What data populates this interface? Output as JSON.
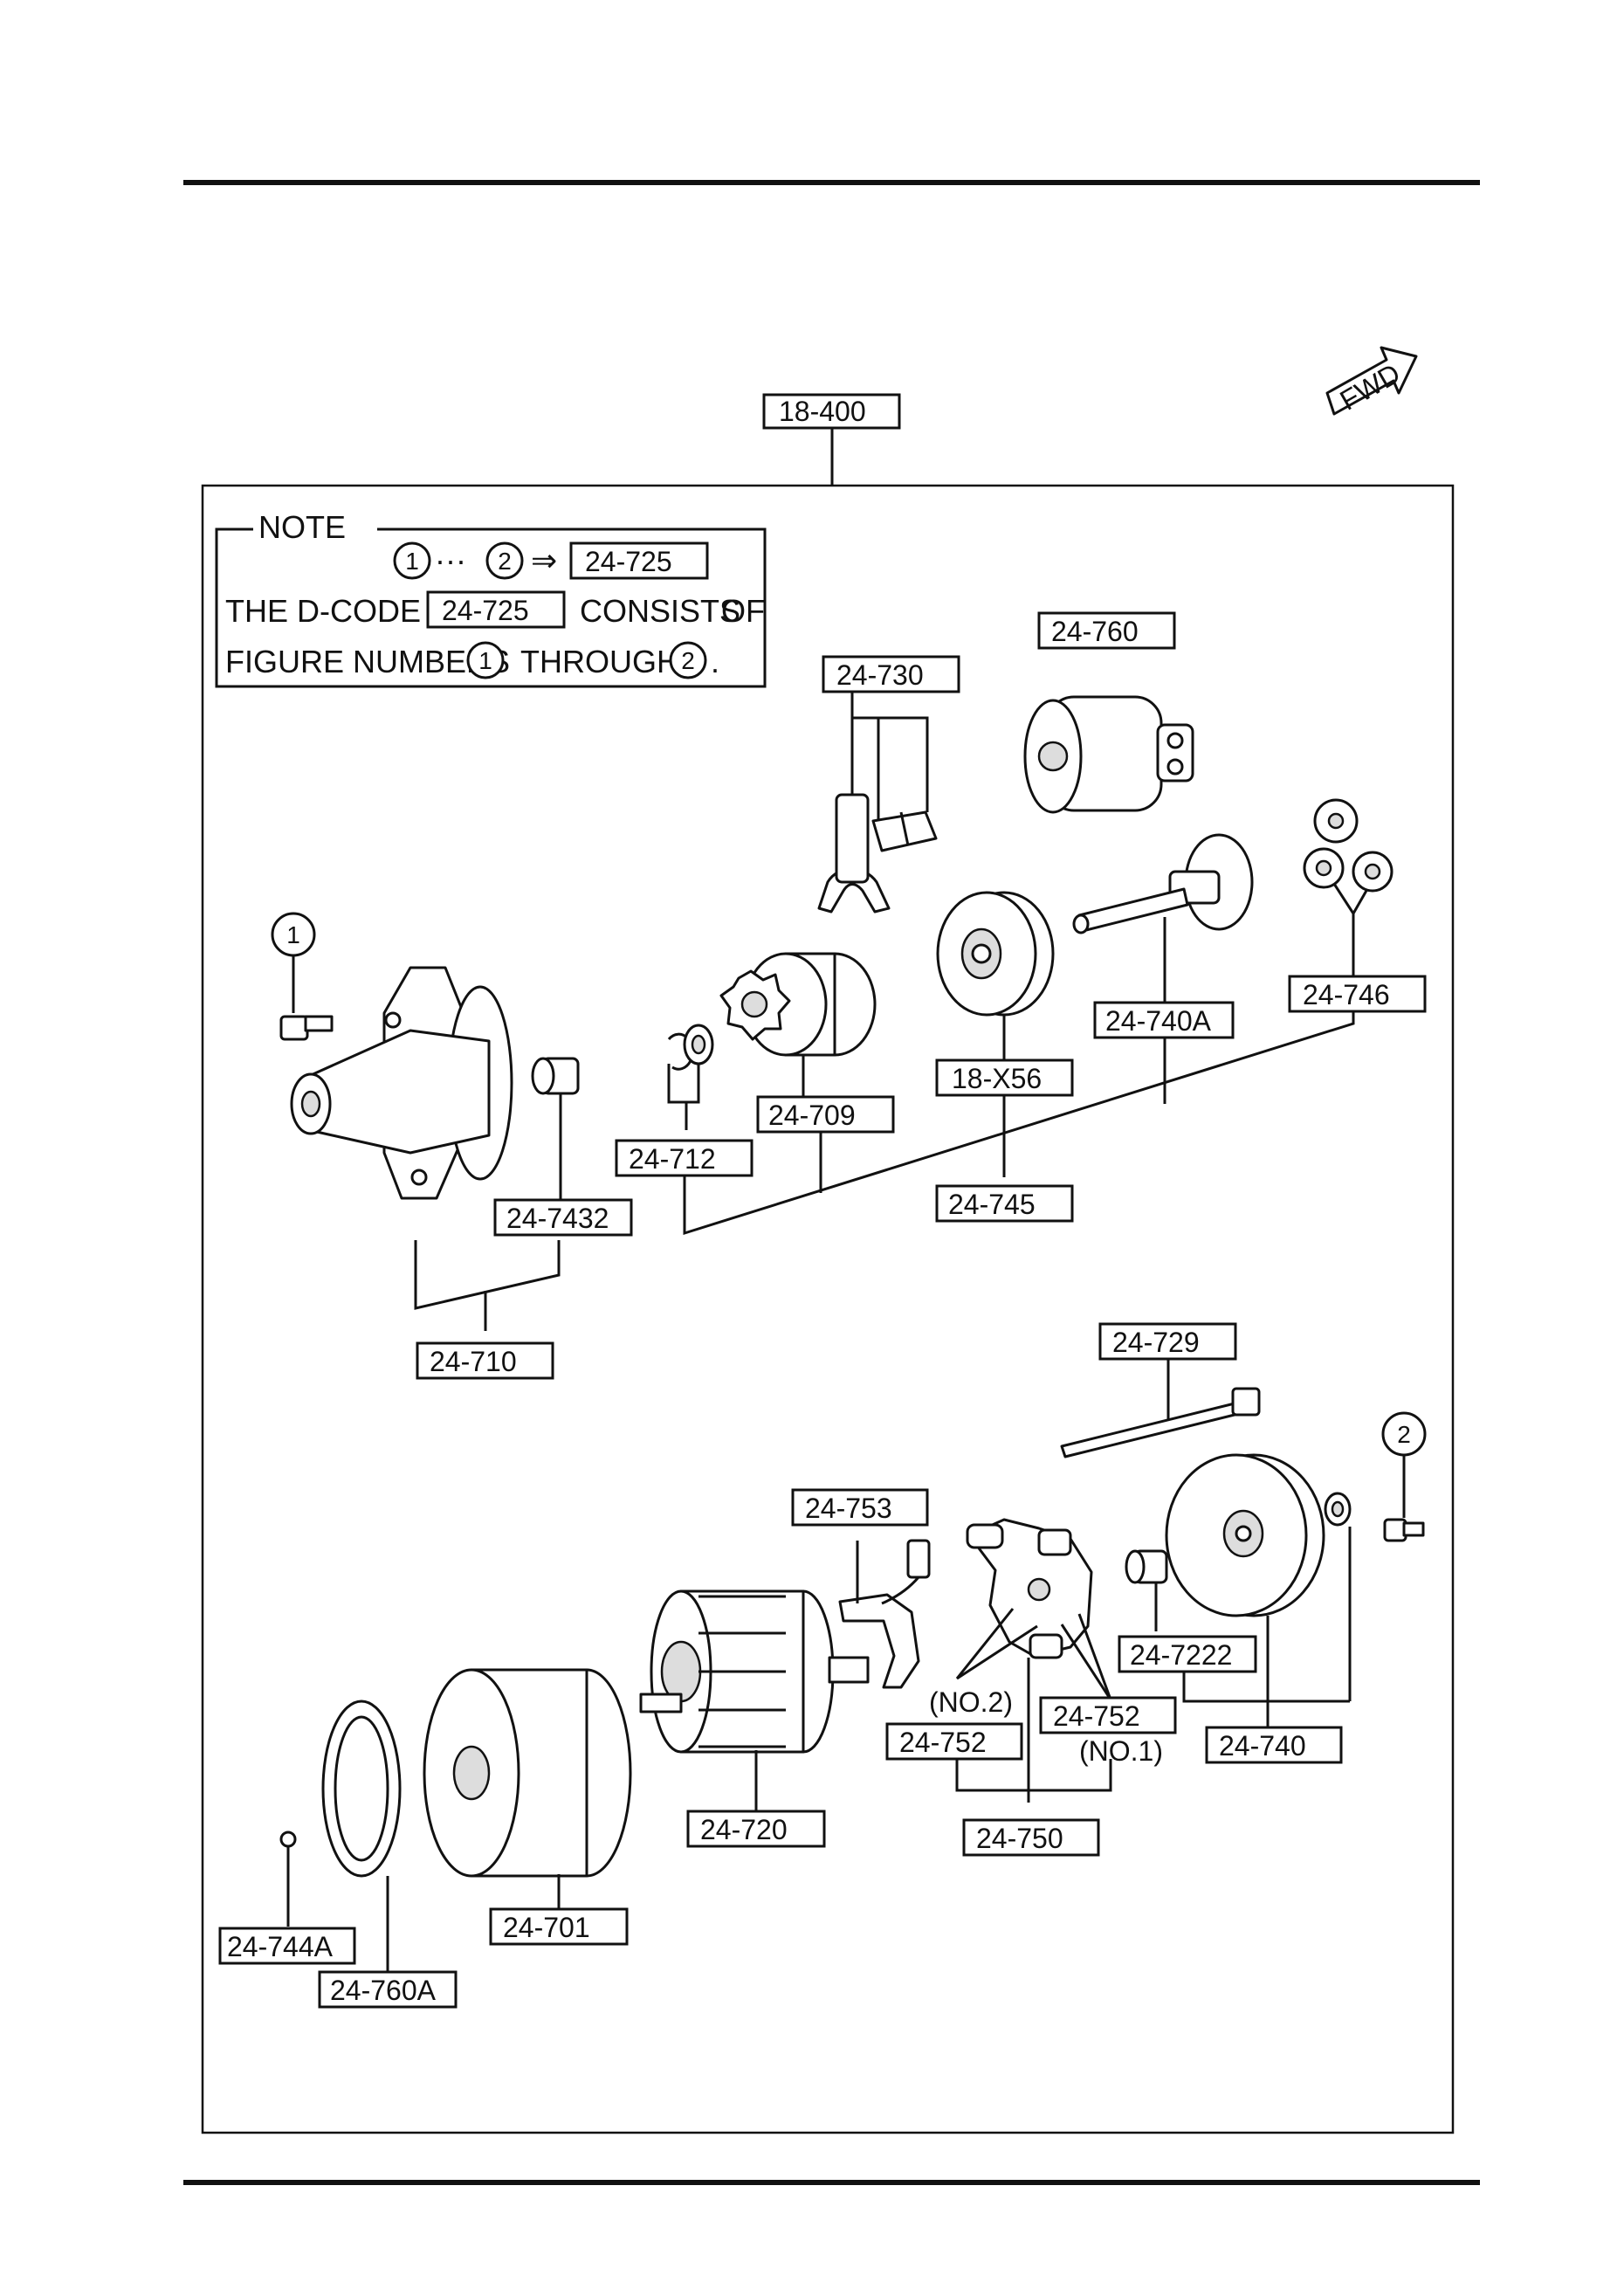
{
  "diagram": {
    "fwd": "FWD",
    "note": {
      "title": "NOTE",
      "ref_code": "24-725",
      "line2_a": "THE D-CODE OF",
      "line2_b": "CONSISTS",
      "line2_c": "OF",
      "line3_a": "FIGURE NUMBERS",
      "line3_b": "THROUGH",
      "dots": "···",
      "arrow": "⇒",
      "circle1": "1",
      "circle2": "2",
      "period": "."
    },
    "markers": {
      "m1": "1",
      "m2": "2"
    },
    "annotations": {
      "no2": "(NO.2)",
      "no1": "(NO.1)"
    },
    "labels": {
      "l_18_400": "18-400",
      "l_24_760": "24-760",
      "l_24_730": "24-730",
      "l_24_746": "24-746",
      "l_24_740A": "24-740A",
      "l_18_X56": "18-X56",
      "l_24_709": "24-709",
      "l_24_712": "24-712",
      "l_24_745": "24-745",
      "l_24_7432": "24-7432",
      "l_24_710": "24-710",
      "l_24_729": "24-729",
      "l_24_753": "24-753",
      "l_24_7222": "24-7222",
      "l_24_752a": "24-752",
      "l_24_752b": "24-752",
      "l_24_740": "24-740",
      "l_24_720": "24-720",
      "l_24_750": "24-750",
      "l_24_701": "24-701",
      "l_24_744A": "24-744A",
      "l_24_760A": "24-760A"
    }
  }
}
